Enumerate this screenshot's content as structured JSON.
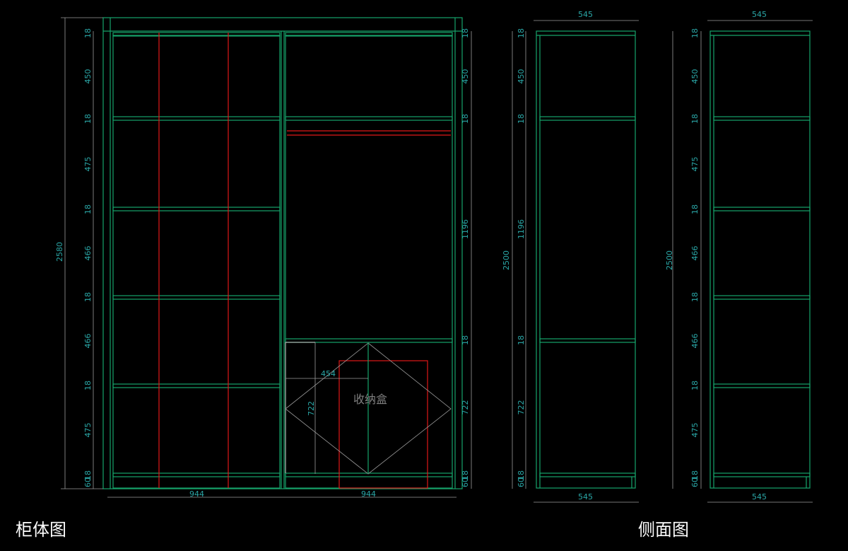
{
  "captions": {
    "front_view": "柜体图",
    "side_view": "侧面图"
  },
  "front": {
    "total_height": "2580",
    "left_width": "944",
    "right_width": "944",
    "left_column_dims": [
      "18",
      "450",
      "18",
      "475",
      "18",
      "466",
      "18",
      "466",
      "18",
      "475",
      "18",
      "60"
    ],
    "right_column_dims": [
      "18",
      "450",
      "18",
      "1196",
      "18",
      "722",
      "18",
      "60"
    ],
    "storage_box": {
      "label": "收纳盒",
      "width": "454",
      "height": "722"
    }
  },
  "side_1": {
    "top_width": "545",
    "bottom_width": "545",
    "height": "2500",
    "dims": [
      "18",
      "450",
      "18",
      "1196",
      "18",
      "722",
      "18",
      "60"
    ]
  },
  "side_2": {
    "top_width": "545",
    "bottom_width": "545",
    "height": "2500",
    "dims": [
      "18",
      "450",
      "18",
      "475",
      "18",
      "466",
      "18",
      "466",
      "18",
      "475",
      "18",
      "60"
    ]
  },
  "colors": {
    "panel": "#16a36a",
    "hanging_rod": "#e01818",
    "dimension_text": "#2aa6a6",
    "background": "#000000"
  }
}
